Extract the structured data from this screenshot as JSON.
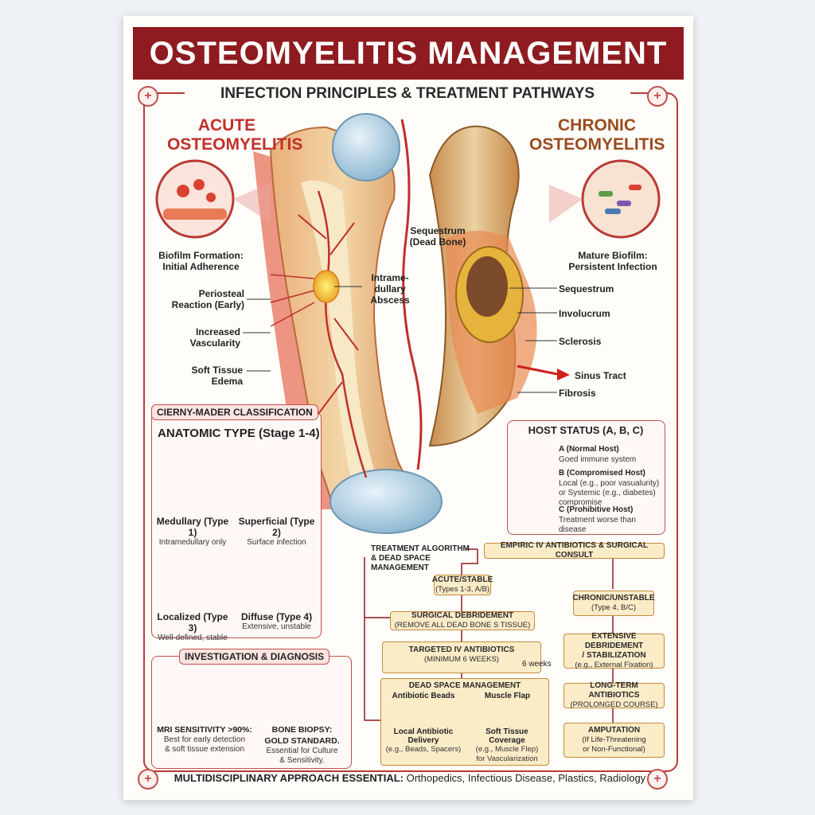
{
  "title": "OSTEOMYELITIS MANAGEMENT",
  "subtitle": "INFECTION PRINCIPLES & TREATMENT PATHWAYS",
  "acute": {
    "title_line1": "ACUTE",
    "title_line2": "OSTEOMYELITIS",
    "biofilm": "Biofilm Formation:\nInitial Adherence",
    "periosteal": "Periosteal\nReaction (Early)",
    "vascularity": "Increased\nVascularity",
    "edema": "Soft Tissue\nEdema",
    "abscess": "Intrame-\ndullary\nAbscess"
  },
  "chronic": {
    "title_line1": "CHRONIC",
    "title_line2": "OSTEOMYELITIS",
    "sequestrum_dead": "Sequestrum\n(Dead Bone)",
    "biofilm": "Mature Biofilm:\nPersistent Infection",
    "sequestrum": "Sequestrum",
    "involucrum": "Involucrum",
    "sclerosis": "Sclerosis",
    "sinus": "Sinus Tract",
    "fibrosis": "Fibrosis"
  },
  "cierny": {
    "header": "CIERNY-MADER CLASSIFICATION",
    "anatomic": "ANATOMIC TYPE (Stage 1-4)",
    "types": [
      {
        "name": "Medullary (Type 1)",
        "desc": "Intramedullary only"
      },
      {
        "name": "Superficial (Type 2)",
        "desc": "Surface infection"
      },
      {
        "name": "Localized (Type 3)",
        "desc": "Well-defined, stable"
      },
      {
        "name": "Diffuse (Type 4)",
        "desc": "Extensive, unstable"
      }
    ]
  },
  "host": {
    "title": "HOST STATUS (A, B, C)",
    "items": [
      {
        "name": "A (Normal Host)",
        "desc": "Goed immune system"
      },
      {
        "name": "B (Compromised Host)",
        "desc": "Local (e.g., poor vasualurity)\nor Systemic (e.g., diabetes)\ncompromise"
      },
      {
        "name": "C (Prohibitive Host)",
        "desc": "Treatment worse than\ndisease"
      }
    ]
  },
  "investigation": {
    "header": "INVESTIGATION & DIAGNOSIS",
    "mri_title": "MRI SENSITIVITY >90%:",
    "mri_desc": "Best for early detection\n& soft tissue extension",
    "biopsy_title": "BONE BIOPSY:\nGOLD STANDARD.",
    "biopsy_desc": "Essential for Culture\n& Sensitivity."
  },
  "algorithm": {
    "label": "TREATMENT ALGORITHM\n& DEAD SPACE\nMANAGEMENT",
    "empiric": "EMPIRIC IV ANTIBIOTICS & SURGICAL CONSULT",
    "acute_title": "ACUTE/STABLE",
    "acute_sub": "(Types 1-3, A/B)",
    "chronic_title": "CHRONIC/UNSTABLE",
    "chronic_sub": "(Type 4, B/C)",
    "debride_title": "SURGICAL DEBRIDEMENT",
    "debride_sub": "(REMOVE ALL DEAD BONE S TISSUE)",
    "iv_title": "TARGETED IV ANTIBIOTICS",
    "iv_sub": "(MINIMUM 6 WEEKS)",
    "weeks": "6 weeks",
    "dead_space": "DEAD SPACE MANAGEMENT",
    "beads": "Antibiotic Beads",
    "flap": "Muscle Flap",
    "beads_desc_title": "Local Antibiotic\nDelivery",
    "beads_desc": "(e.g., Beads, Spacers)",
    "flap_desc_title": "Soft Tissue Coverage",
    "flap_desc": "(e.g., Muscle Flep)\nfor Vascularization",
    "ext_title": "EXTENSIVE DEBRIDEMENT\n/ STABILIZATION",
    "ext_sub": "(e.g., External Fixation)",
    "long_title": "LONG-TERM ANTIBIOTICS",
    "long_sub": "(PROLONGED COURSE)",
    "amp_title": "AMPUTATION",
    "amp_sub": "(If Life-Threatening\nor Non-Functional)"
  },
  "footer": {
    "bold": "MULTIDISCIPLINARY APPROACH ESSENTIAL:",
    "rest": " Orthopedics, Infectious Disease, Plastics, Radiology"
  },
  "colors": {
    "banner": "#8e1b1f",
    "acute_title": "#c0302b",
    "chronic_title": "#9a4a1e",
    "frame": "#b83b36"
  }
}
